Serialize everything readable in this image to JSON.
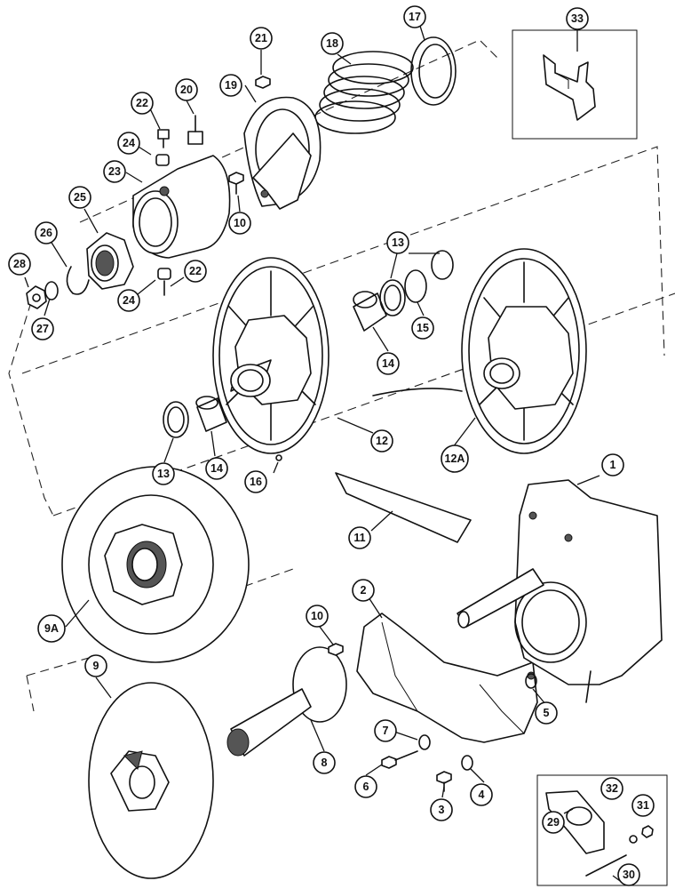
{
  "callouts": [
    {
      "id": "c1",
      "label": "1"
    },
    {
      "id": "c2",
      "label": "2"
    },
    {
      "id": "c3",
      "label": "3"
    },
    {
      "id": "c4",
      "label": "4"
    },
    {
      "id": "c5",
      "label": "5"
    },
    {
      "id": "c6",
      "label": "6"
    },
    {
      "id": "c7",
      "label": "7"
    },
    {
      "id": "c8",
      "label": "8"
    },
    {
      "id": "c9",
      "label": "9"
    },
    {
      "id": "c9a",
      "label": "9A"
    },
    {
      "id": "c10a",
      "label": "10"
    },
    {
      "id": "c10b",
      "label": "10"
    },
    {
      "id": "c11",
      "label": "11"
    },
    {
      "id": "c12",
      "label": "12"
    },
    {
      "id": "c12a",
      "label": "12A"
    },
    {
      "id": "c13a",
      "label": "13"
    },
    {
      "id": "c13b",
      "label": "13"
    },
    {
      "id": "c14a",
      "label": "14"
    },
    {
      "id": "c14b",
      "label": "14"
    },
    {
      "id": "c15",
      "label": "15"
    },
    {
      "id": "c16",
      "label": "16"
    },
    {
      "id": "c17",
      "label": "17"
    },
    {
      "id": "c18",
      "label": "18"
    },
    {
      "id": "c19",
      "label": "19"
    },
    {
      "id": "c20",
      "label": "20"
    },
    {
      "id": "c21",
      "label": "21"
    },
    {
      "id": "c22a",
      "label": "22"
    },
    {
      "id": "c22b",
      "label": "22"
    },
    {
      "id": "c23",
      "label": "23"
    },
    {
      "id": "c24a",
      "label": "24"
    },
    {
      "id": "c24b",
      "label": "24"
    },
    {
      "id": "c25",
      "label": "25"
    },
    {
      "id": "c26",
      "label": "26"
    },
    {
      "id": "c27",
      "label": "27"
    },
    {
      "id": "c28",
      "label": "28"
    },
    {
      "id": "c29",
      "label": "29"
    },
    {
      "id": "c30",
      "label": "30"
    },
    {
      "id": "c31",
      "label": "31"
    },
    {
      "id": "c32",
      "label": "32"
    },
    {
      "id": "c33",
      "label": "33"
    }
  ]
}
